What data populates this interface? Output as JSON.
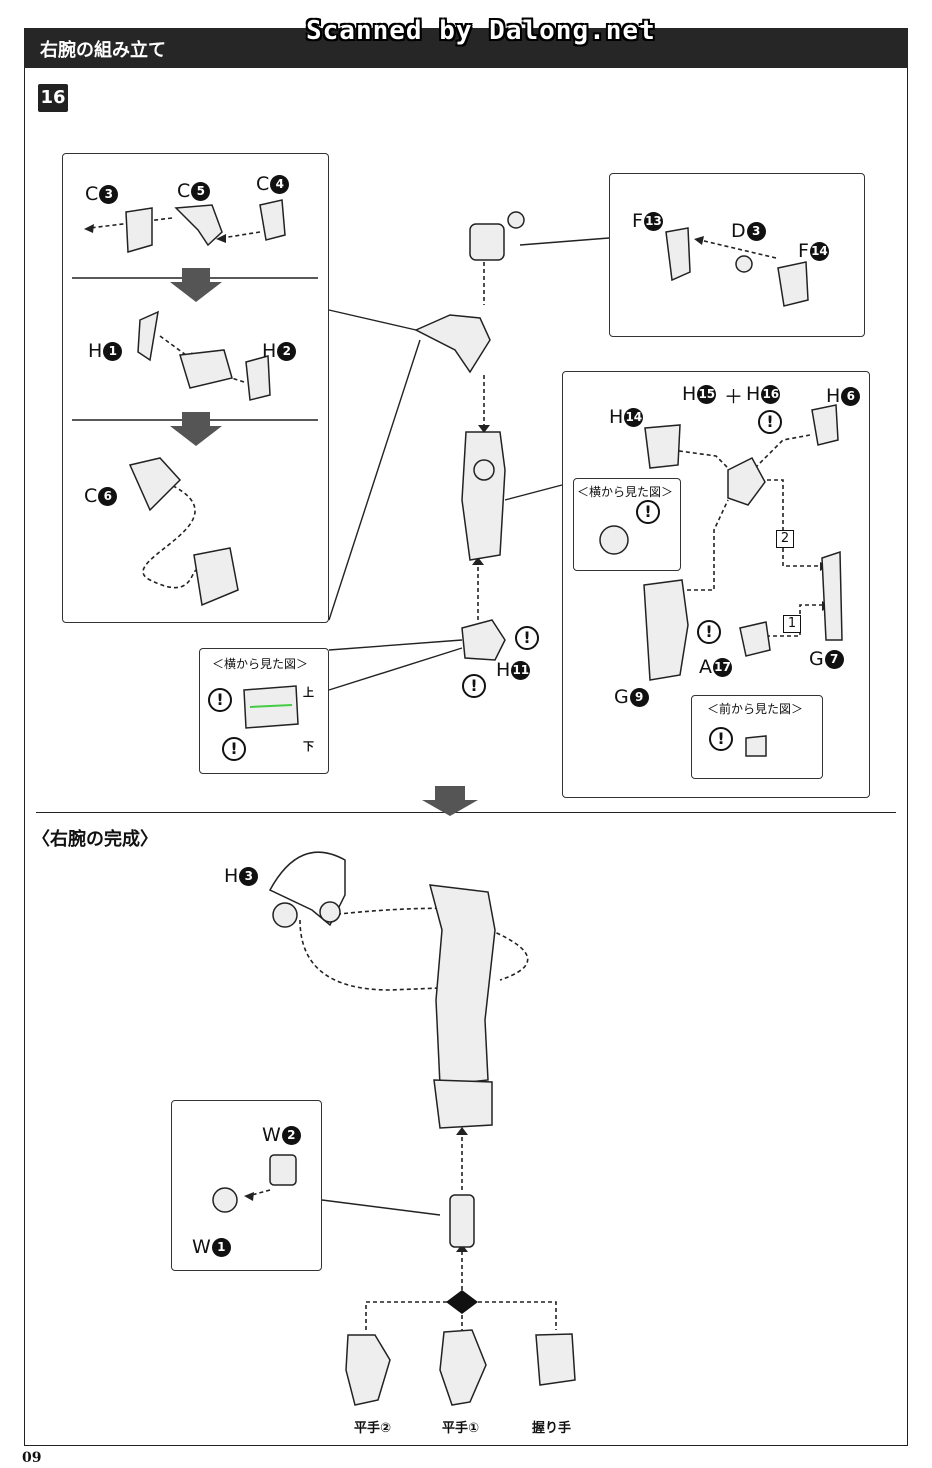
{
  "header": {
    "title": "右腕の組み立て",
    "watermark": "Scanned by Dalong.net"
  },
  "step": {
    "number": "16"
  },
  "labels": {
    "c3": {
      "letter": "C",
      "num": "3"
    },
    "c5": {
      "letter": "C",
      "num": "5"
    },
    "c4": {
      "letter": "C",
      "num": "4"
    },
    "h1": {
      "letter": "H",
      "num": "1"
    },
    "h2": {
      "letter": "H",
      "num": "2"
    },
    "c6": {
      "letter": "C",
      "num": "6"
    },
    "f13": {
      "letter": "F",
      "num": "13"
    },
    "d3": {
      "letter": "D",
      "num": "3"
    },
    "f14": {
      "letter": "F",
      "num": "14"
    },
    "h15": {
      "letter": "H",
      "num": "15"
    },
    "h16": {
      "letter": "H",
      "num": "16"
    },
    "h6": {
      "letter": "H",
      "num": "6"
    },
    "h14": {
      "letter": "H",
      "num": "14"
    },
    "h11": {
      "letter": "H",
      "num": "11"
    },
    "g9": {
      "letter": "G",
      "num": "9"
    },
    "g7": {
      "letter": "G",
      "num": "7"
    },
    "a17": {
      "letter": "A",
      "num": "17"
    },
    "h3": {
      "letter": "H",
      "num": "3"
    },
    "w2": {
      "letter": "W",
      "num": "2"
    },
    "w1": {
      "letter": "W",
      "num": "1"
    }
  },
  "plus": "＋",
  "sequence": {
    "one": "1",
    "two": "2"
  },
  "captions": {
    "side_view_a": "＜横から見た図＞",
    "side_view_b": "＜横から見た図＞",
    "front_view": "＜前から見た図＞",
    "top": "上",
    "bottom": "下"
  },
  "section": {
    "title": "〈右腕の完成〉"
  },
  "hands": {
    "flat2": "平手②",
    "flat1": "平手①",
    "grip": "握り手"
  },
  "page": {
    "number": "09"
  }
}
